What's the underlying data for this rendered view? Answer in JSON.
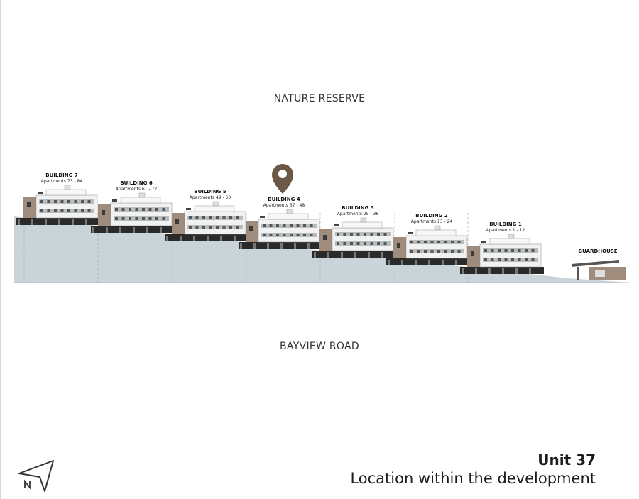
{
  "labels": {
    "north_label": "NATURE RESERVE",
    "south_label": "BAYVIEW ROAD"
  },
  "buildings": [
    {
      "name": "BUILDING 7",
      "apartments": "Apartments 73 - 84"
    },
    {
      "name": "BUILDING 6",
      "apartments": "Apartments 61 - 72"
    },
    {
      "name": "BUILDING 5",
      "apartments": "Apartments 49 - 60"
    },
    {
      "name": "BUILDING 4",
      "apartments": "Apartments 37 - 48",
      "selected": true
    },
    {
      "name": "BUILDING 3",
      "apartments": "Apartments 25 - 36"
    },
    {
      "name": "BUILDING 2",
      "apartments": "Apartments 13 - 24"
    },
    {
      "name": "BUILDING 1",
      "apartments": "Apartments 1 - 12"
    }
  ],
  "guardhouse": {
    "name": "GUARDHOUSE"
  },
  "unit": {
    "title": "Unit 37",
    "subtitle": "Location within the development"
  },
  "colors": {
    "ground": "#c9d4d8",
    "marker": "#6b5847",
    "building_light": "#f2f2f2",
    "building_brown": "#a08c7c",
    "building_dark": "#2a2a2a"
  }
}
